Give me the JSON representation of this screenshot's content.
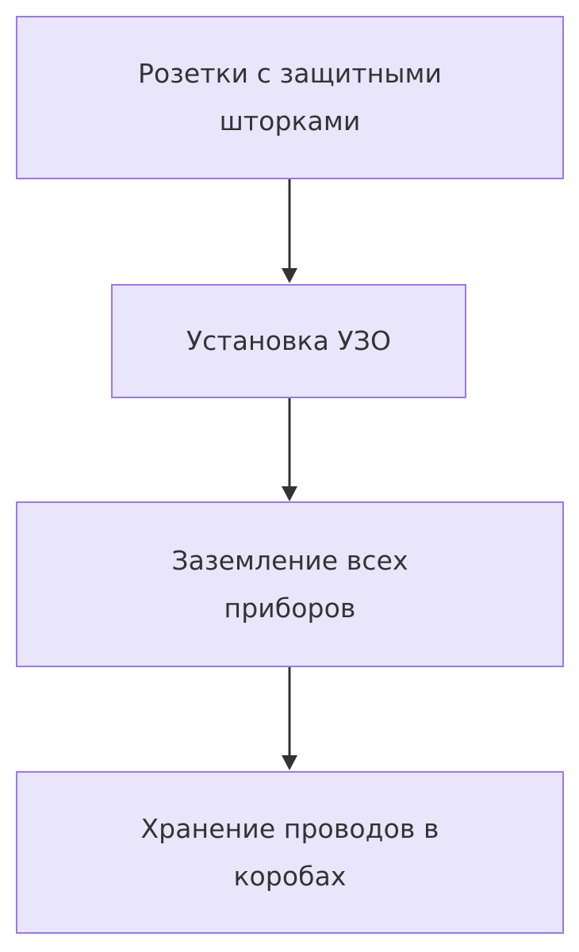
{
  "diagram": {
    "type": "flowchart",
    "direction": "top-to-bottom",
    "background_color": "#ffffff",
    "node_fill_color": "#e9e6fb",
    "node_border_color": "#9d77ed",
    "node_text_color": "#333333",
    "edge_color": "#333333",
    "nodes": [
      {
        "id": "n1",
        "label": "Розетки с защитными\nшторками",
        "line1": "Розетки с защитными",
        "line2": "шторками"
      },
      {
        "id": "n2",
        "label": "Установка УЗО",
        "line1": "Установка УЗО",
        "line2": ""
      },
      {
        "id": "n3",
        "label": "Заземление всех\nприборов",
        "line1": "Заземление всех",
        "line2": "приборов"
      },
      {
        "id": "n4",
        "label": "Хранение проводов в\nкоробах",
        "line1": "Хранение проводов в",
        "line2": "коробах"
      }
    ],
    "edges": [
      {
        "id": "e1",
        "from": "n1",
        "to": "n2",
        "label": ""
      },
      {
        "id": "e2",
        "from": "n2",
        "to": "n3",
        "label": ""
      },
      {
        "id": "e3",
        "from": "n3",
        "to": "n4",
        "label": ""
      }
    ]
  }
}
